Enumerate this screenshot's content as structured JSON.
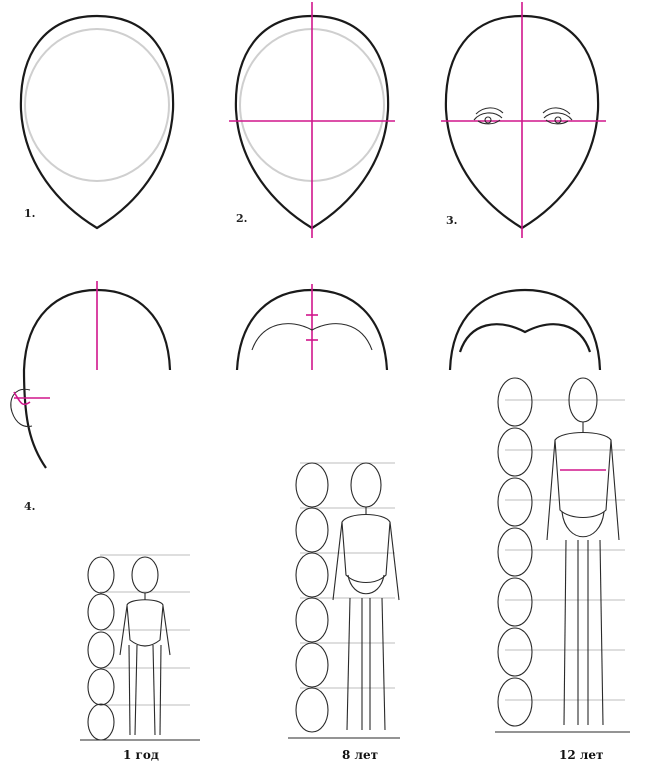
{
  "steps": {
    "s1": "1.",
    "s2": "2.",
    "s3": "3.",
    "s4": "4."
  },
  "ages": {
    "a1": "1 год",
    "a2": "8 лет",
    "a3": "12 лет"
  },
  "colors": {
    "guideline": "#d0168c",
    "outline": "#1a1a1a",
    "faint_guide": "#cfcfcf"
  }
}
